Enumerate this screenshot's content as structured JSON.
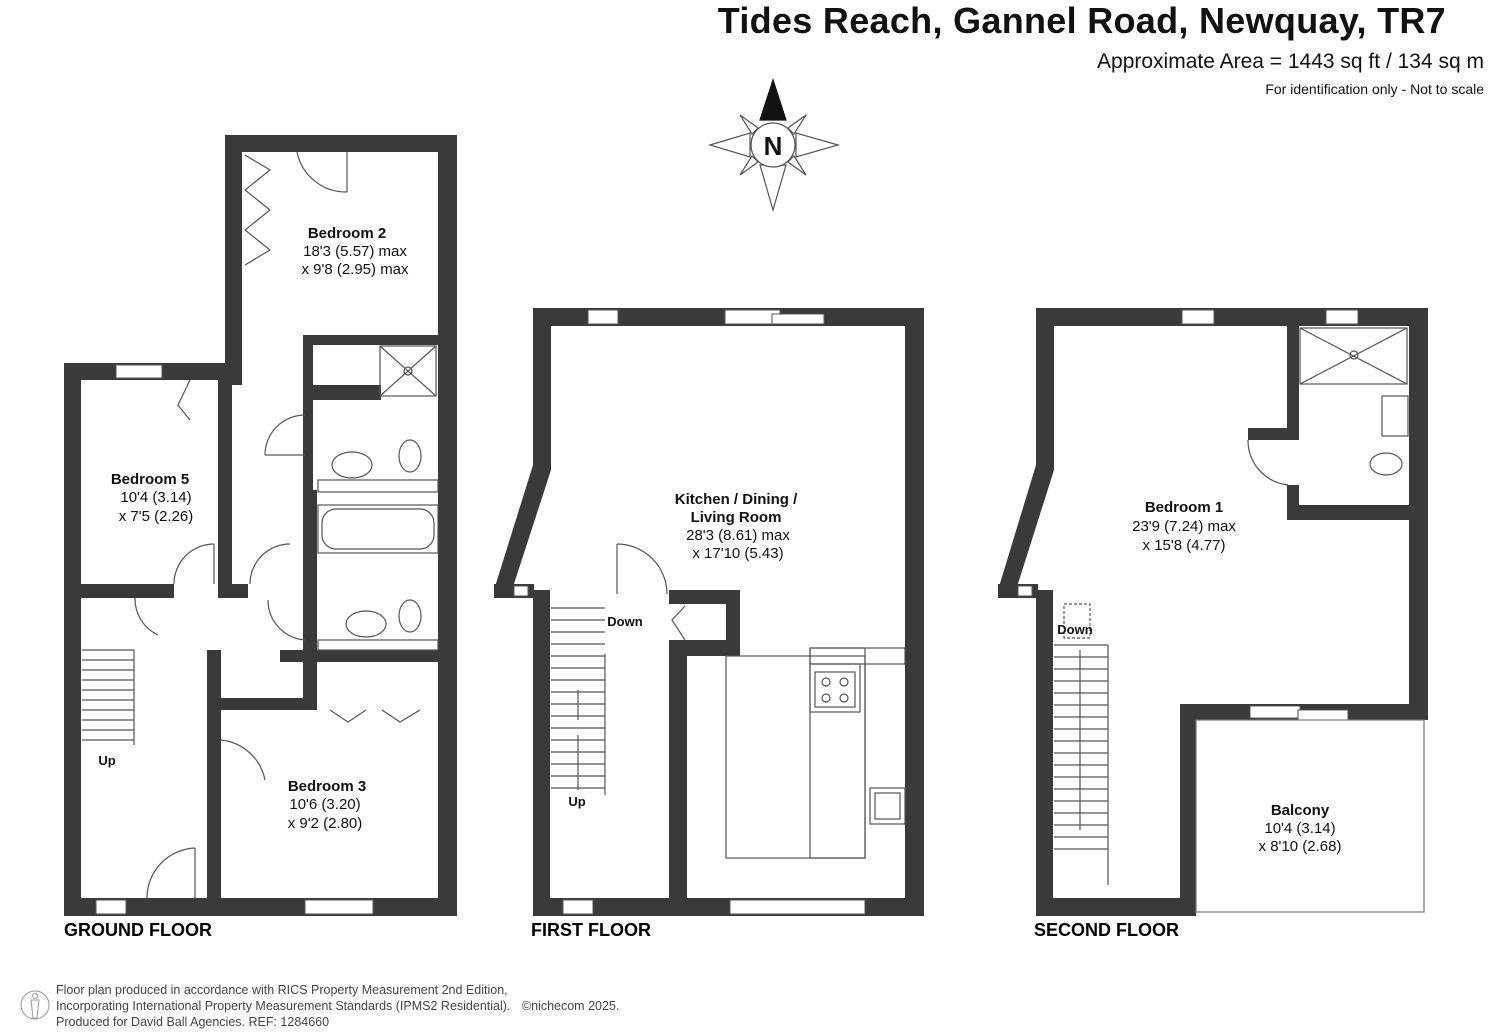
{
  "header": {
    "title": "Tides Reach, Gannel Road, Newquay, TR7",
    "area": "Approximate Area = 1443 sq ft / 134 sq m",
    "note": "For identification only - Not to scale"
  },
  "compass": {
    "label": "N"
  },
  "floors": {
    "ground": {
      "label": "GROUND FLOOR",
      "stairs_label": "Up",
      "rooms": {
        "bedroom2": {
          "name": "Bedroom 2",
          "dim1": "18'3 (5.57) max",
          "dim2": "x 9'8 (2.95) max"
        },
        "bedroom5": {
          "name": "Bedroom 5",
          "dim1": "10'4 (3.14)",
          "dim2": "x 7'5 (2.26)"
        },
        "bedroom3": {
          "name": "Bedroom 3",
          "dim1": "10'6 (3.20)",
          "dim2": "x 9'2 (2.80)"
        }
      }
    },
    "first": {
      "label": "FIRST FLOOR",
      "stairs_down": "Down",
      "stairs_up": "Up",
      "rooms": {
        "kitchen": {
          "name1": "Kitchen / Dining /",
          "name2": "Living Room",
          "dim1": "28'3 (8.61) max",
          "dim2": "x 17'10 (5.43)"
        }
      }
    },
    "second": {
      "label": "SECOND FLOOR",
      "stairs_down": "Down",
      "rooms": {
        "bedroom1": {
          "name": "Bedroom 1",
          "dim1": "23'9 (7.24) max",
          "dim2": "x 15'8 (4.77)"
        },
        "balcony": {
          "name": "Balcony",
          "dim1": "10'4 (3.14)",
          "dim2": "x 8'10 (2.68)"
        }
      }
    }
  },
  "footer": {
    "line1": "Floor plan produced in accordance with RICS Property Measurement 2nd Edition,",
    "line2": "Incorporating International Property Measurement Standards (IPMS2 Residential).",
    "copyright": "©nichecom 2025.",
    "line3": "Produced for David Ball Agencies.   REF: 1284660"
  },
  "colors": {
    "wall": "#3a3a3a",
    "line": "#555555",
    "background": "#ffffff"
  }
}
